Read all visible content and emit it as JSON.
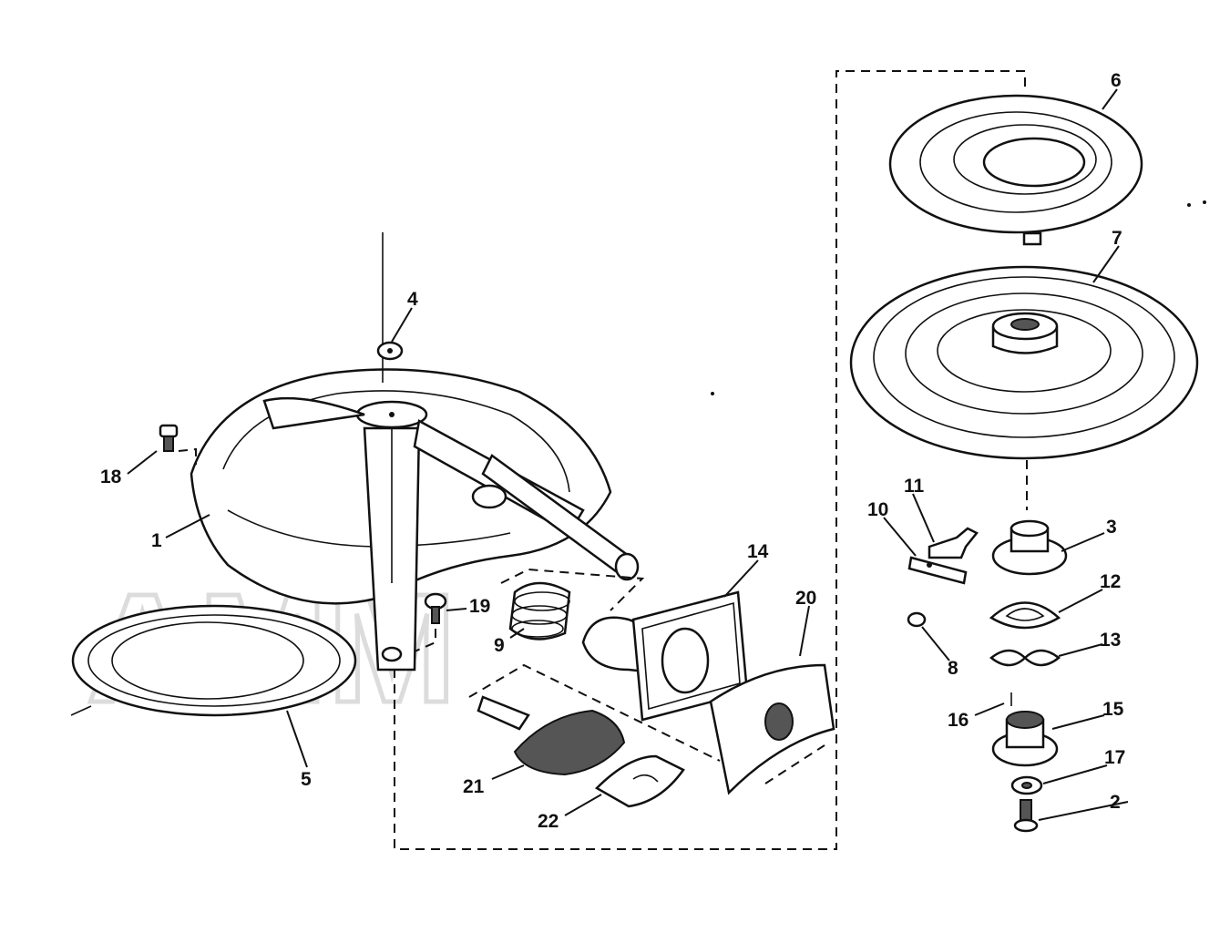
{
  "diagram": {
    "watermark": "AMM",
    "callouts": [
      "1",
      "2",
      "3",
      "4",
      "5",
      "6",
      "7",
      "8",
      "9",
      "10",
      "11",
      "12",
      "13",
      "14",
      "15",
      "16",
      "17",
      "18",
      "19",
      "20",
      "21",
      "22"
    ]
  }
}
